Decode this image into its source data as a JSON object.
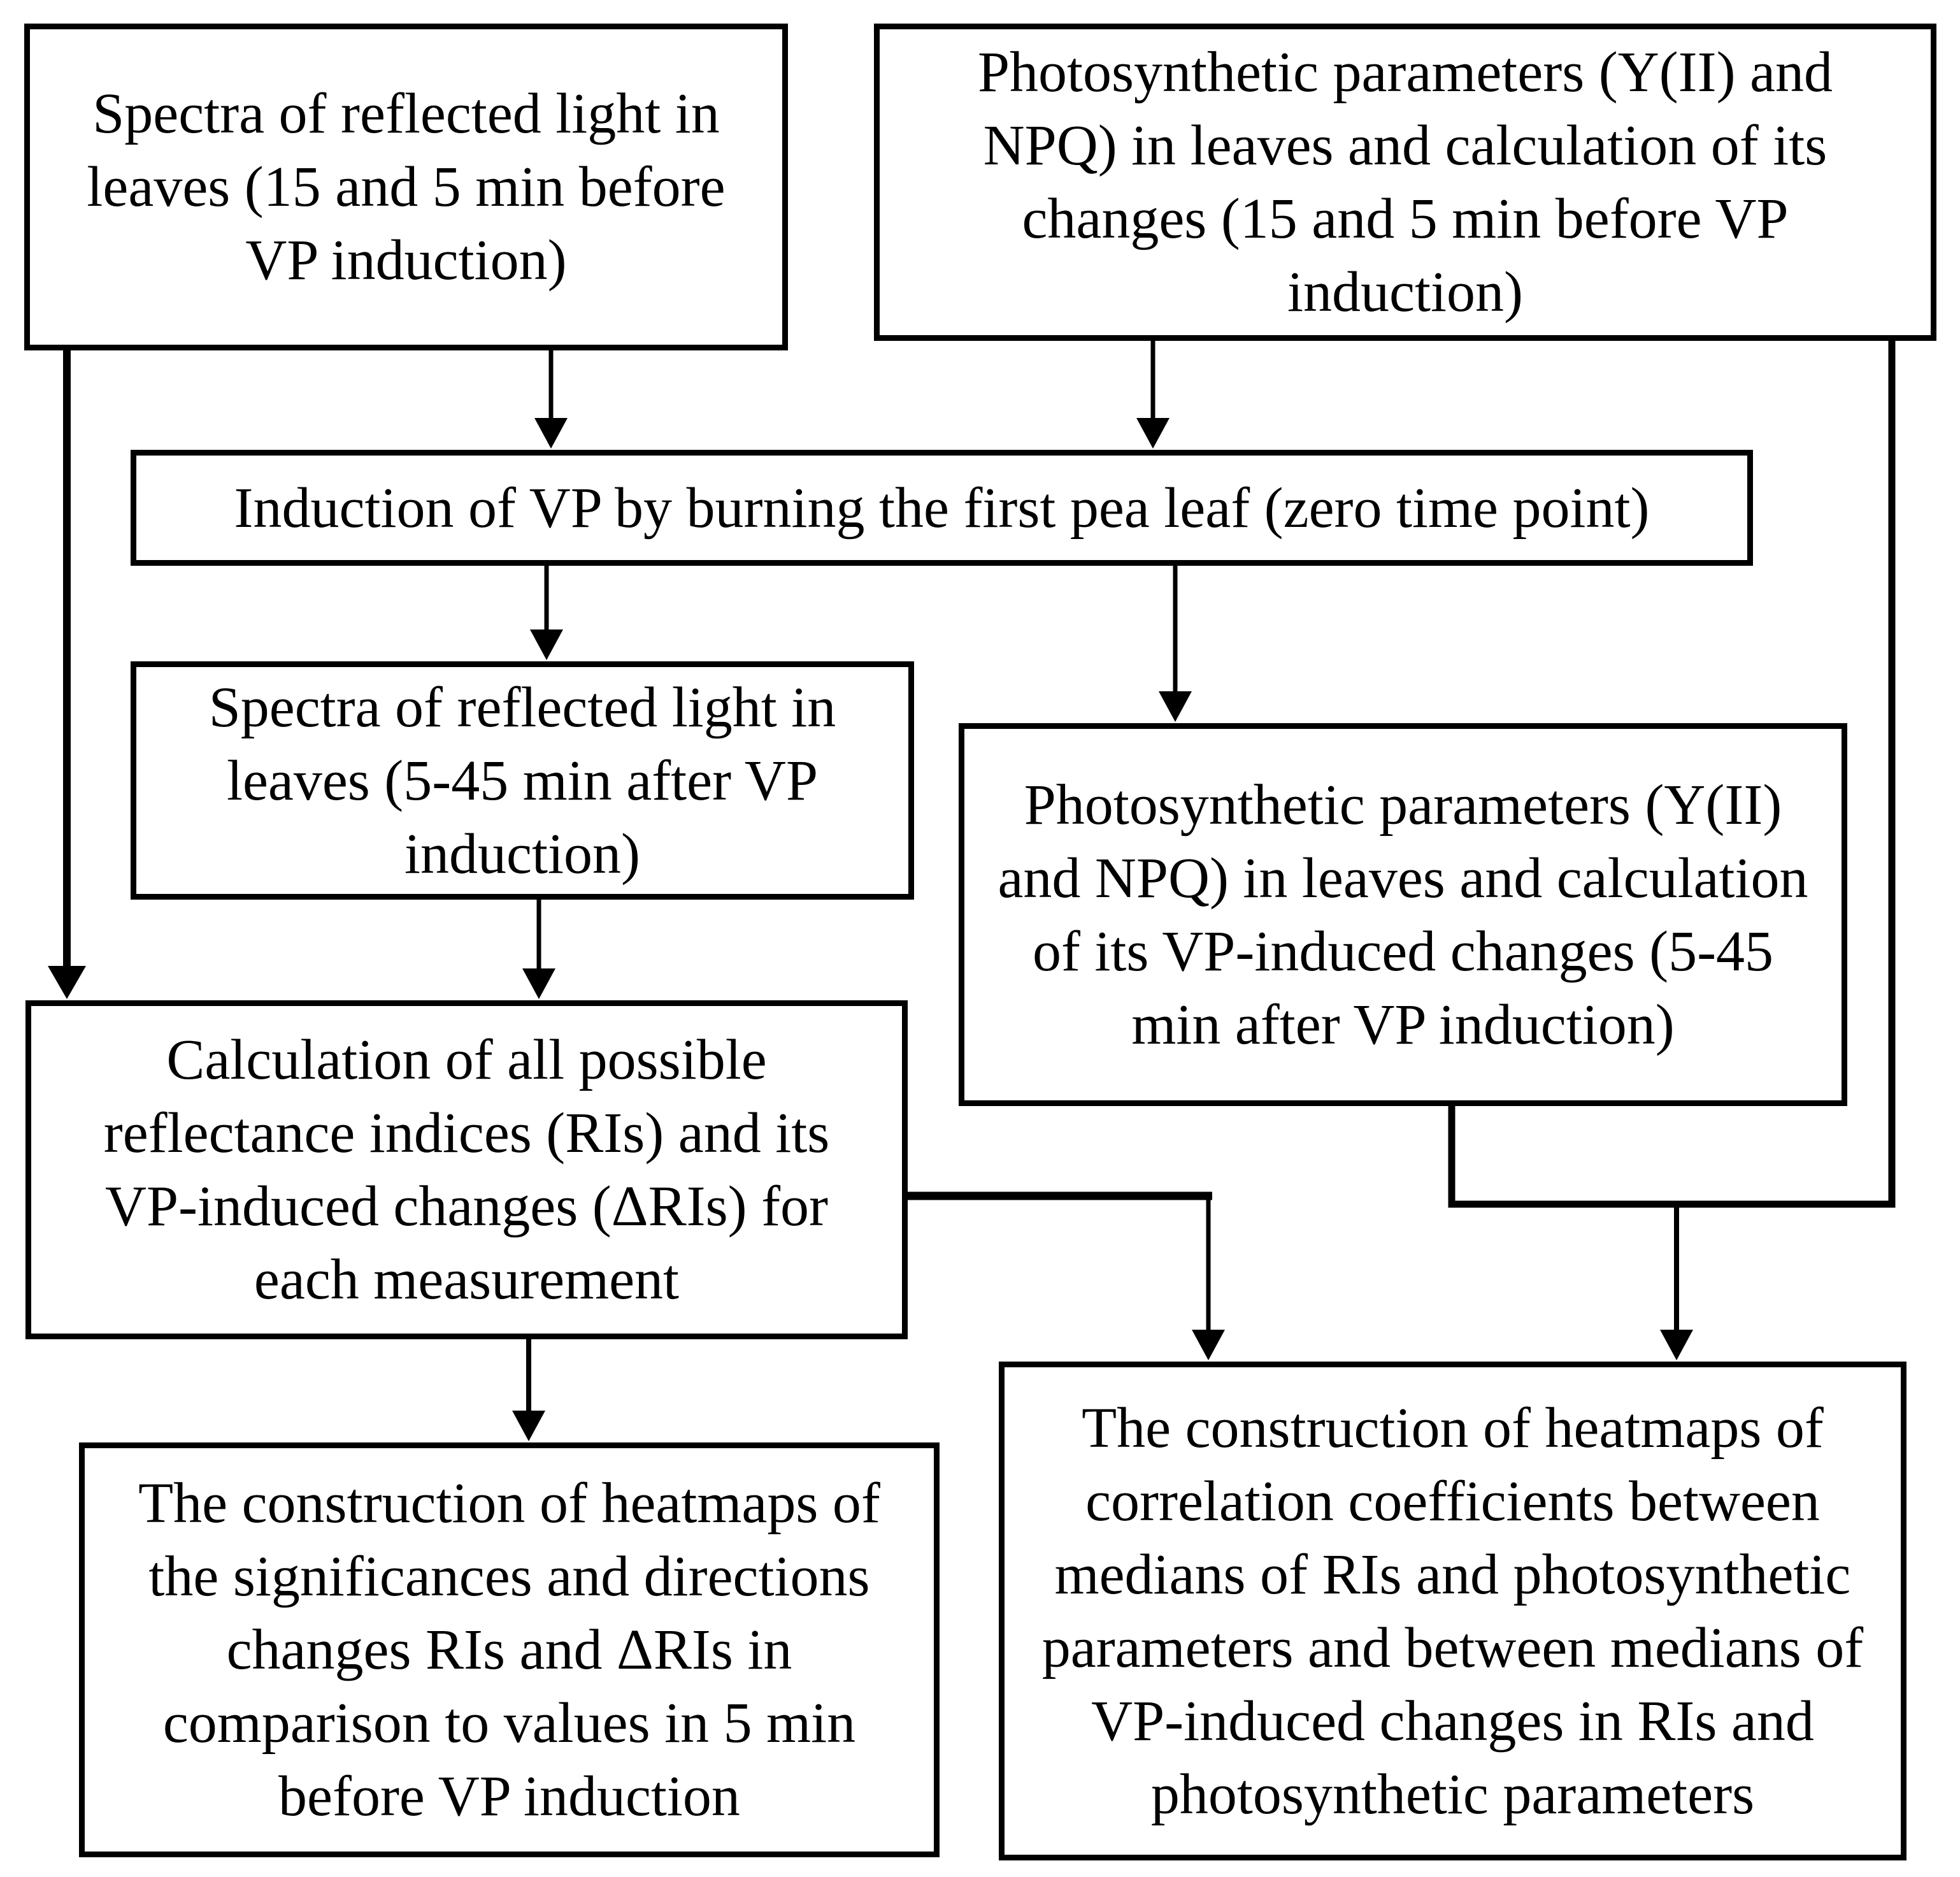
{
  "diagram": {
    "colors": {
      "background": "#ffffff",
      "line": "#000000",
      "text": "#000000"
    },
    "boxes": {
      "spectra_before": {
        "lines": [
          "Spectra of reflected light in",
          "leaves (15 and 5 min before",
          "VP induction)"
        ]
      },
      "photosynthetic_before": {
        "lines": [
          "Photosynthetic parameters (Y(II) and",
          "NPQ) in leaves and calculation of its",
          "changes (15 and 5 min before VP",
          "induction)"
        ]
      },
      "vp_induction": {
        "lines": [
          "Induction of VP by burning the first pea leaf (zero time point)"
        ]
      },
      "spectra_after": {
        "lines": [
          "Spectra of reflected light in",
          "leaves (5-45 min after VP",
          "induction)"
        ]
      },
      "photosynthetic_after": {
        "lines": [
          "Photosynthetic parameters (Y(II)",
          "and NPQ) in leaves and calculation",
          "of its VP-induced changes (5-45",
          "min after VP induction)"
        ]
      },
      "calculation_ris": {
        "lines": [
          "Calculation of all possible",
          "reflectance indices (RIs) and its",
          "VP-induced changes (ΔRIs) for",
          "each measurement"
        ]
      },
      "heatmaps_significance": {
        "lines": [
          "The construction of heatmaps of",
          "the significances and directions",
          "changes RIs and ΔRIs in",
          "comparison to values in 5 min",
          "before VP induction"
        ]
      },
      "heatmaps_correlation": {
        "lines": [
          "The construction of heatmaps of",
          "correlation coefficients between",
          "medians of RIs and photosynthetic",
          "parameters and between medians of",
          "VP-induced changes in RIs and",
          "photosynthetic parameters"
        ]
      }
    },
    "edges": [
      {
        "from": "spectra_before",
        "to": "vp_induction"
      },
      {
        "from": "photosynthetic_before",
        "to": "vp_induction"
      },
      {
        "from": "vp_induction",
        "to": "spectra_after"
      },
      {
        "from": "vp_induction",
        "to": "photosynthetic_after"
      },
      {
        "from": "spectra_after",
        "to": "calculation_ris"
      },
      {
        "from": "spectra_before",
        "to": "calculation_ris"
      },
      {
        "from": "calculation_ris",
        "to": "heatmaps_significance"
      },
      {
        "from": "calculation_ris",
        "to": "heatmaps_correlation"
      },
      {
        "from": "photosynthetic_after",
        "to": "heatmaps_correlation"
      },
      {
        "from": "photosynthetic_before",
        "to": "heatmaps_correlation"
      }
    ]
  }
}
